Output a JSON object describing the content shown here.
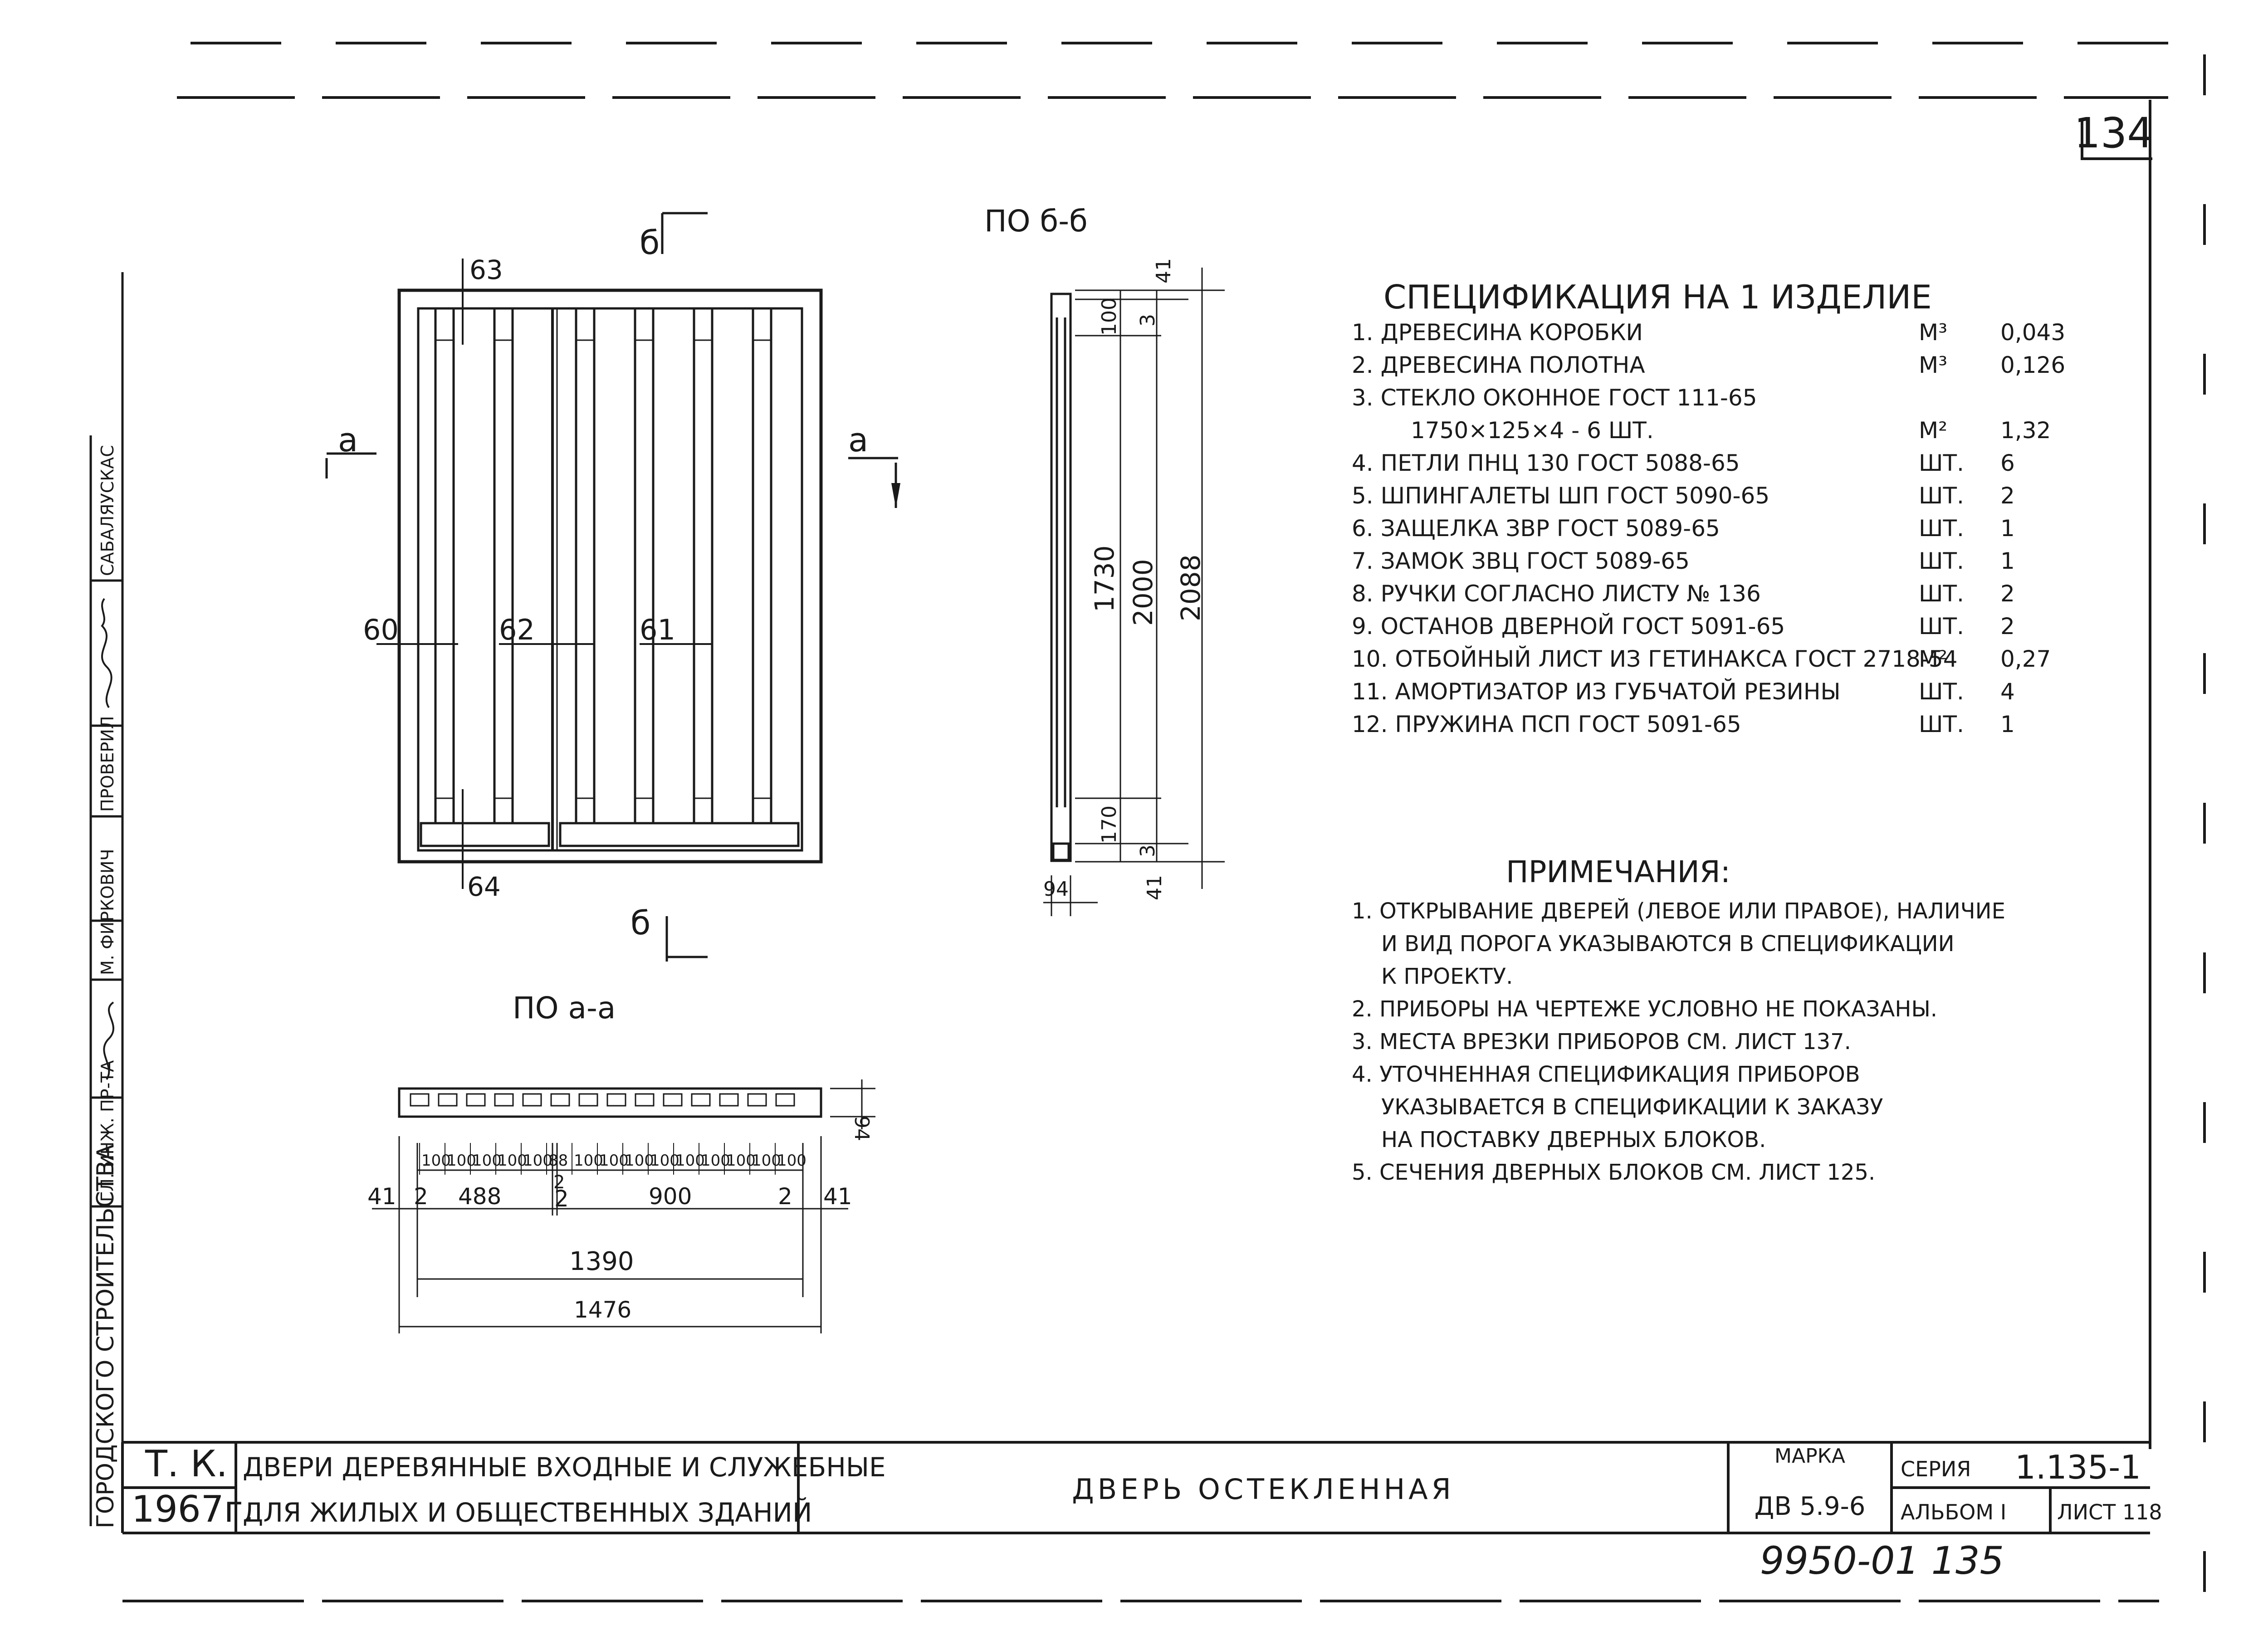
{
  "sheet_number": "134",
  "front_view": {
    "section_b": "б",
    "section_a": "а",
    "section_a_right": "а",
    "dims": [
      "63",
      "64"
    ],
    "callouts": [
      "60",
      "62",
      "61"
    ]
  },
  "section_bb": {
    "title": "ПО б-б",
    "dims": [
      "41",
      "100",
      "3",
      "1730",
      "2000",
      "2088",
      "170",
      "3",
      "41",
      "94"
    ]
  },
  "section_aa": {
    "title": "ПО а-а",
    "dim_94": "94",
    "small_dims": [
      "100",
      "100",
      "100",
      "100",
      "100",
      "88",
      "100",
      "100",
      "100",
      "100",
      "100",
      "100",
      "100",
      "100",
      "100"
    ],
    "dim_row": [
      "41",
      "2",
      "488",
      "2",
      "2",
      "900",
      "2",
      "41"
    ],
    "total_inner": "1390",
    "total_outer": "1476"
  },
  "specification": {
    "title": "СПЕЦИФИКАЦИЯ НА 1 ИЗДЕЛИЕ",
    "items": [
      {
        "text": "1. ДРЕВЕСИНА КОРОБКИ",
        "unit": "М³",
        "qty": "0,043"
      },
      {
        "text": "2. ДРЕВЕСИНА ПОЛОТНА",
        "unit": "М³",
        "qty": "0,126"
      },
      {
        "text": "3. СТЕКЛО ОКОННОЕ ГОСТ 111-65",
        "unit": "",
        "qty": ""
      },
      {
        "text": "1750×125×4 - 6 ШТ.",
        "unit": "М²",
        "qty": "1,32"
      },
      {
        "text": "4. ПЕТЛИ ПНЦ 130 ГОСТ 5088-65",
        "unit": "ШТ.",
        "qty": "6"
      },
      {
        "text": "5. ШПИНГАЛЕТЫ ШП ГОСТ 5090-65",
        "unit": "ШТ.",
        "qty": "2"
      },
      {
        "text": "6. ЗАЩЕЛКА ЗВР ГОСТ 5089-65",
        "unit": "ШТ.",
        "qty": "1"
      },
      {
        "text": "7. ЗАМОК ЗВЦ ГОСТ 5089-65",
        "unit": "ШТ.",
        "qty": "1"
      },
      {
        "text": "8. РУЧКИ СОГЛАСНО ЛИСТУ № 136",
        "unit": "ШТ.",
        "qty": "2"
      },
      {
        "text": "9. ОСТАНОВ ДВЕРНОЙ ГОСТ 5091-65",
        "unit": "ШТ.",
        "qty": "2"
      },
      {
        "text": "10. ОТБОЙНЫЙ ЛИСТ ИЗ ГЕТИНАКСА ГОСТ 2718-54",
        "unit": "М²",
        "qty": "0,27"
      },
      {
        "text": "11. АМОРТИЗАТОР ИЗ ГУБЧАТОЙ РЕЗИНЫ",
        "unit": "ШТ.",
        "qty": "4"
      },
      {
        "text": "12. ПРУЖИНА ПСП ГОСТ 5091-65",
        "unit": "ШТ.",
        "qty": "1"
      }
    ]
  },
  "notes": {
    "title": "ПРИМЕЧАНИЯ:",
    "lines": [
      "1. ОТКРЫВАНИЕ ДВЕРЕЙ (ЛЕВОЕ ИЛИ ПРАВОЕ), НАЛИЧИЕ",
      "И ВИД ПОРОГА УКАЗЫВАЮТСЯ В СПЕЦИФИКАЦИИ",
      "К ПРОЕКТУ.",
      "2. ПРИБОРЫ НА ЧЕРТЕЖЕ УСЛОВНО НЕ ПОКАЗАНЫ.",
      "3. МЕСТА ВРЕЗКИ ПРИБОРОВ СМ. ЛИСТ 137.",
      "4. УТОЧНЕННАЯ СПЕЦИФИКАЦИЯ ПРИБОРОВ",
      "УКАЗЫВАЕТСЯ В СПЕЦИФИКАЦИИ К ЗАКАЗУ",
      "НА ПОСТАВКУ ДВЕРНЫХ БЛОКОВ.",
      "5. СЕЧЕНИЯ ДВЕРНЫХ БЛОКОВ СМ. ЛИСТ 125."
    ]
  },
  "side_stamp": {
    "org": "ГОРОДСКОГО СТРОИТЕЛЬСТВА",
    "roles": [
      "ГЛ. ИНЖ. ПР-ТА",
      "М. ФИРКОВИЧ",
      "ПРОВЕРИЛ",
      "САБАЛЯУСКАС"
    ]
  },
  "title_block": {
    "tk": "Т. К.",
    "year": "1967г.",
    "name_line1": "ДВЕРИ ДЕРЕВЯННЫЕ ВХОДНЫЕ И СЛУЖЕБНЫЕ",
    "name_line2": "ДЛЯ ЖИЛЫХ И ОБЩЕСТВЕННЫХ ЗДАНИЙ",
    "sheet_title": "ДВЕРЬ ОСТЕКЛЕННАЯ",
    "mark_label": "МАРКА",
    "mark_value": "ДВ 5.9-6",
    "series_label": "СЕРИЯ",
    "series_value": "1.135-1",
    "album_label": "АЛЬБОМ I",
    "sheet_label": "ЛИСТ 118"
  },
  "bottom_number": "9950-01 135"
}
